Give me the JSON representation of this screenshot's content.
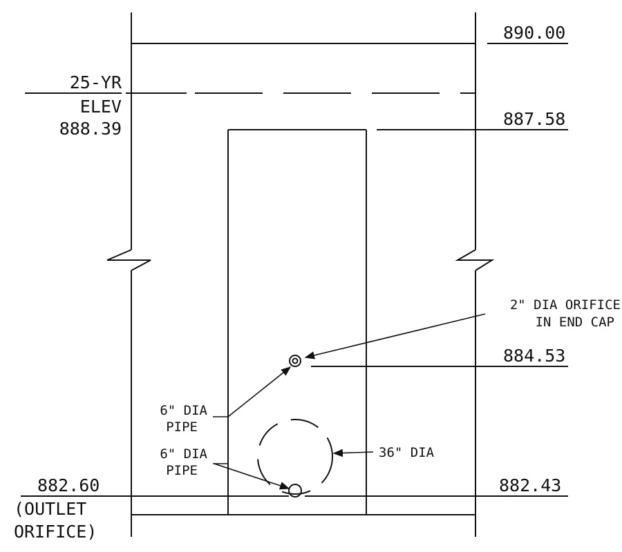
{
  "elevations": {
    "top": "890.00",
    "riser_top": "887.58",
    "orifice_2in": "884.53",
    "bottom_right": "882.43",
    "bottom_left": "882.60"
  },
  "labels": {
    "yr25_line1": "25-YR",
    "yr25_line2": "ELEV",
    "yr25_line3": "888.39",
    "outlet_line1": "(OUTLET",
    "outlet_line2": "ORIFICE)",
    "orifice_note_line1": "2\" DIA ORIFICE",
    "orifice_note_line2": "IN END CAP",
    "pipe_upper_line1": "6\" DIA",
    "pipe_upper_line2": "PIPE",
    "pipe_lower_line1": "6\" DIA",
    "pipe_lower_line2": "PIPE",
    "riser_dia": "36\" DIA"
  }
}
